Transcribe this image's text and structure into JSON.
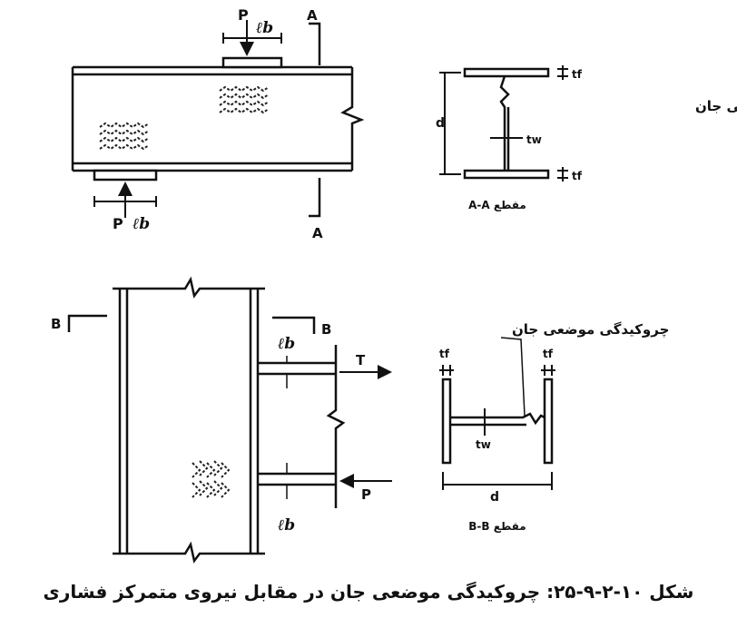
{
  "labels": {
    "load_p": "P",
    "bearing_length": "ℓb",
    "section_a": "A",
    "section_b": "B",
    "depth": "d",
    "flange_thickness": "tf",
    "web_thickness": "tw",
    "tension_t": "T"
  },
  "text": {
    "web_crippling": "چروکیدگی موضعی جان",
    "section_aa": "مقطع A-A",
    "section_bb": "مقطع B-B",
    "caption": "شکل ۱۰-۲-۹-۲۵: چروکیدگی موضعی جان در مقابل نیروی متمرکز فشاری"
  }
}
